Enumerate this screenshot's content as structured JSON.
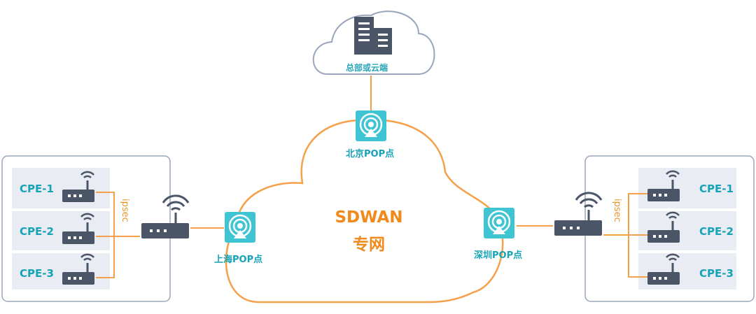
{
  "headquarters": {
    "label": "总部或云端"
  },
  "core": {
    "title": "SDWAN",
    "subtitle": "专网"
  },
  "pops": [
    {
      "label": "北京POP点"
    },
    {
      "label": "上海POP点"
    },
    {
      "label": "深圳POP点"
    }
  ],
  "left_site": {
    "tunnel_label": "ipsec",
    "cpes": [
      {
        "label": "CPE-1"
      },
      {
        "label": "CPE-2"
      },
      {
        "label": "CPE-3"
      }
    ]
  },
  "right_site": {
    "tunnel_label": "ipsec",
    "cpes": [
      {
        "label": "CPE-1"
      },
      {
        "label": "CPE-2"
      },
      {
        "label": "CPE-3"
      }
    ]
  },
  "colors": {
    "orange": "#f5a04a",
    "teal": "#3fc4d3",
    "router": "#4a5568",
    "panel_border": "#9aa6b8",
    "row_bg": "#e9ecf2"
  }
}
